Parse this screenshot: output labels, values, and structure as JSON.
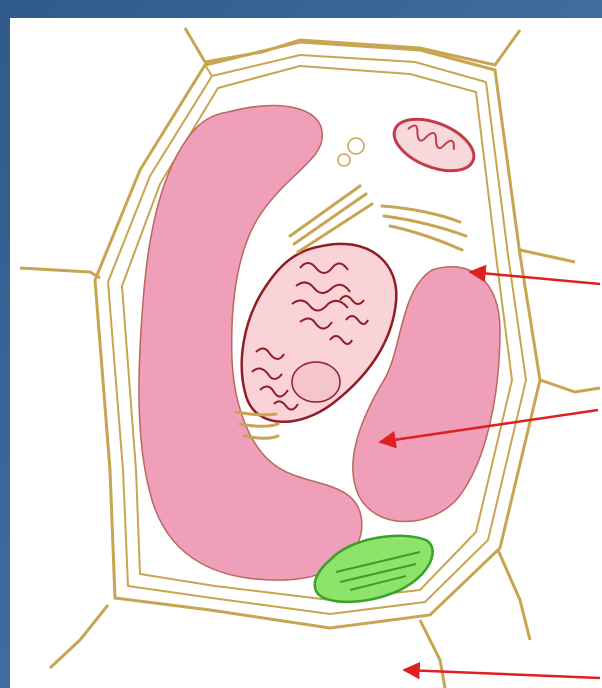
{
  "figure": {
    "background_colors": [
      "#2f5a8a",
      "#4d7fb0"
    ],
    "panel_color": "#ffffff",
    "wall_color": "#c8a552",
    "vacuole_color": "#ef9fb9",
    "vacuole_outline": "#b9685a",
    "nucleus_fill": "#f9d3d8",
    "nucleus_outline": "#8f1d24",
    "mitochondrion_color": "#c43a48",
    "chloroplast_fill": "#8ee36b",
    "chloroplast_outline": "#3aa02a",
    "golgi_color": "#c8a552",
    "arrow_color": "#e02020"
  },
  "arrows": [
    {
      "name": "pointer-upper-vacuole",
      "target": "vacuole-small-top"
    },
    {
      "name": "pointer-lower-vacuole",
      "target": "vacuole-small-middle"
    },
    {
      "name": "pointer-cell-wall",
      "target": "cell-wall-bottom"
    }
  ]
}
